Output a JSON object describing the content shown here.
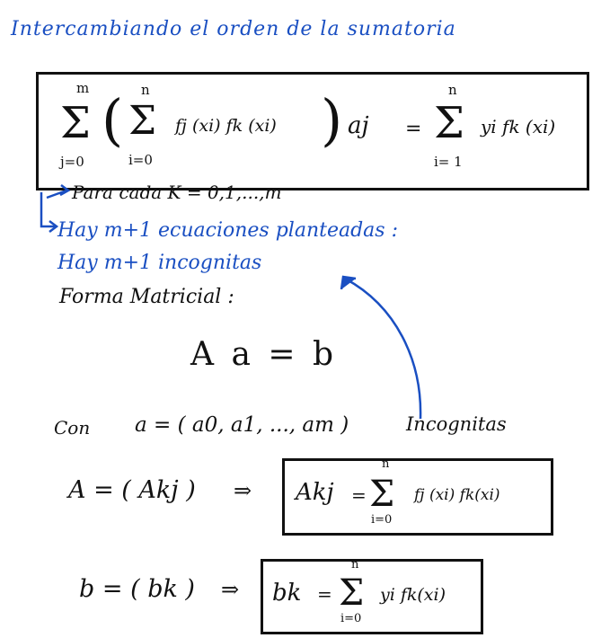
{
  "title": "Intercambiando el orden de la sumatoria",
  "eq1": {
    "outer_sum_top": "m",
    "outer_sum_bottom": "j=0",
    "inner_sum_top": "n",
    "inner_sum_bottom": "i=0",
    "inner_term": "fj (xi) fk (xi)",
    "coef": "aj",
    "equals": "=",
    "rhs_sum_top": "n",
    "rhs_sum_bottom": "i= 1",
    "rhs_term": "yi fk (xi)"
  },
  "para_cada": "Para   cada   K = 0,1,...,m",
  "hay_ecuaciones": "Hay   m+1   ecuaciones   planteadas :",
  "hay_incognitas": "Hay   m+1   incognitas",
  "forma_matricial": "Forma  Matricial :",
  "matrix_eq": "A a = b",
  "con_line": {
    "con": "Con",
    "vector": "a = ( a0, a1, ..., am )",
    "label": "Incognitas"
  },
  "A_def": {
    "lhs": "A = ( Akj )",
    "implies": "⇒",
    "box_lhs": "Akj",
    "equals": "=",
    "sum_top": "n",
    "sum_bottom": "i=0",
    "term": "fj (xi) fk(xi)"
  },
  "b_def": {
    "lhs": "b = ( bk )",
    "implies": "⇒",
    "box_lhs": "bk",
    "equals": "=",
    "sum_top": "n",
    "sum_bottom": "i=0",
    "term": "yi fk(xi)"
  },
  "colors": {
    "ink": "#111111",
    "blue": "#1a4fc2"
  }
}
